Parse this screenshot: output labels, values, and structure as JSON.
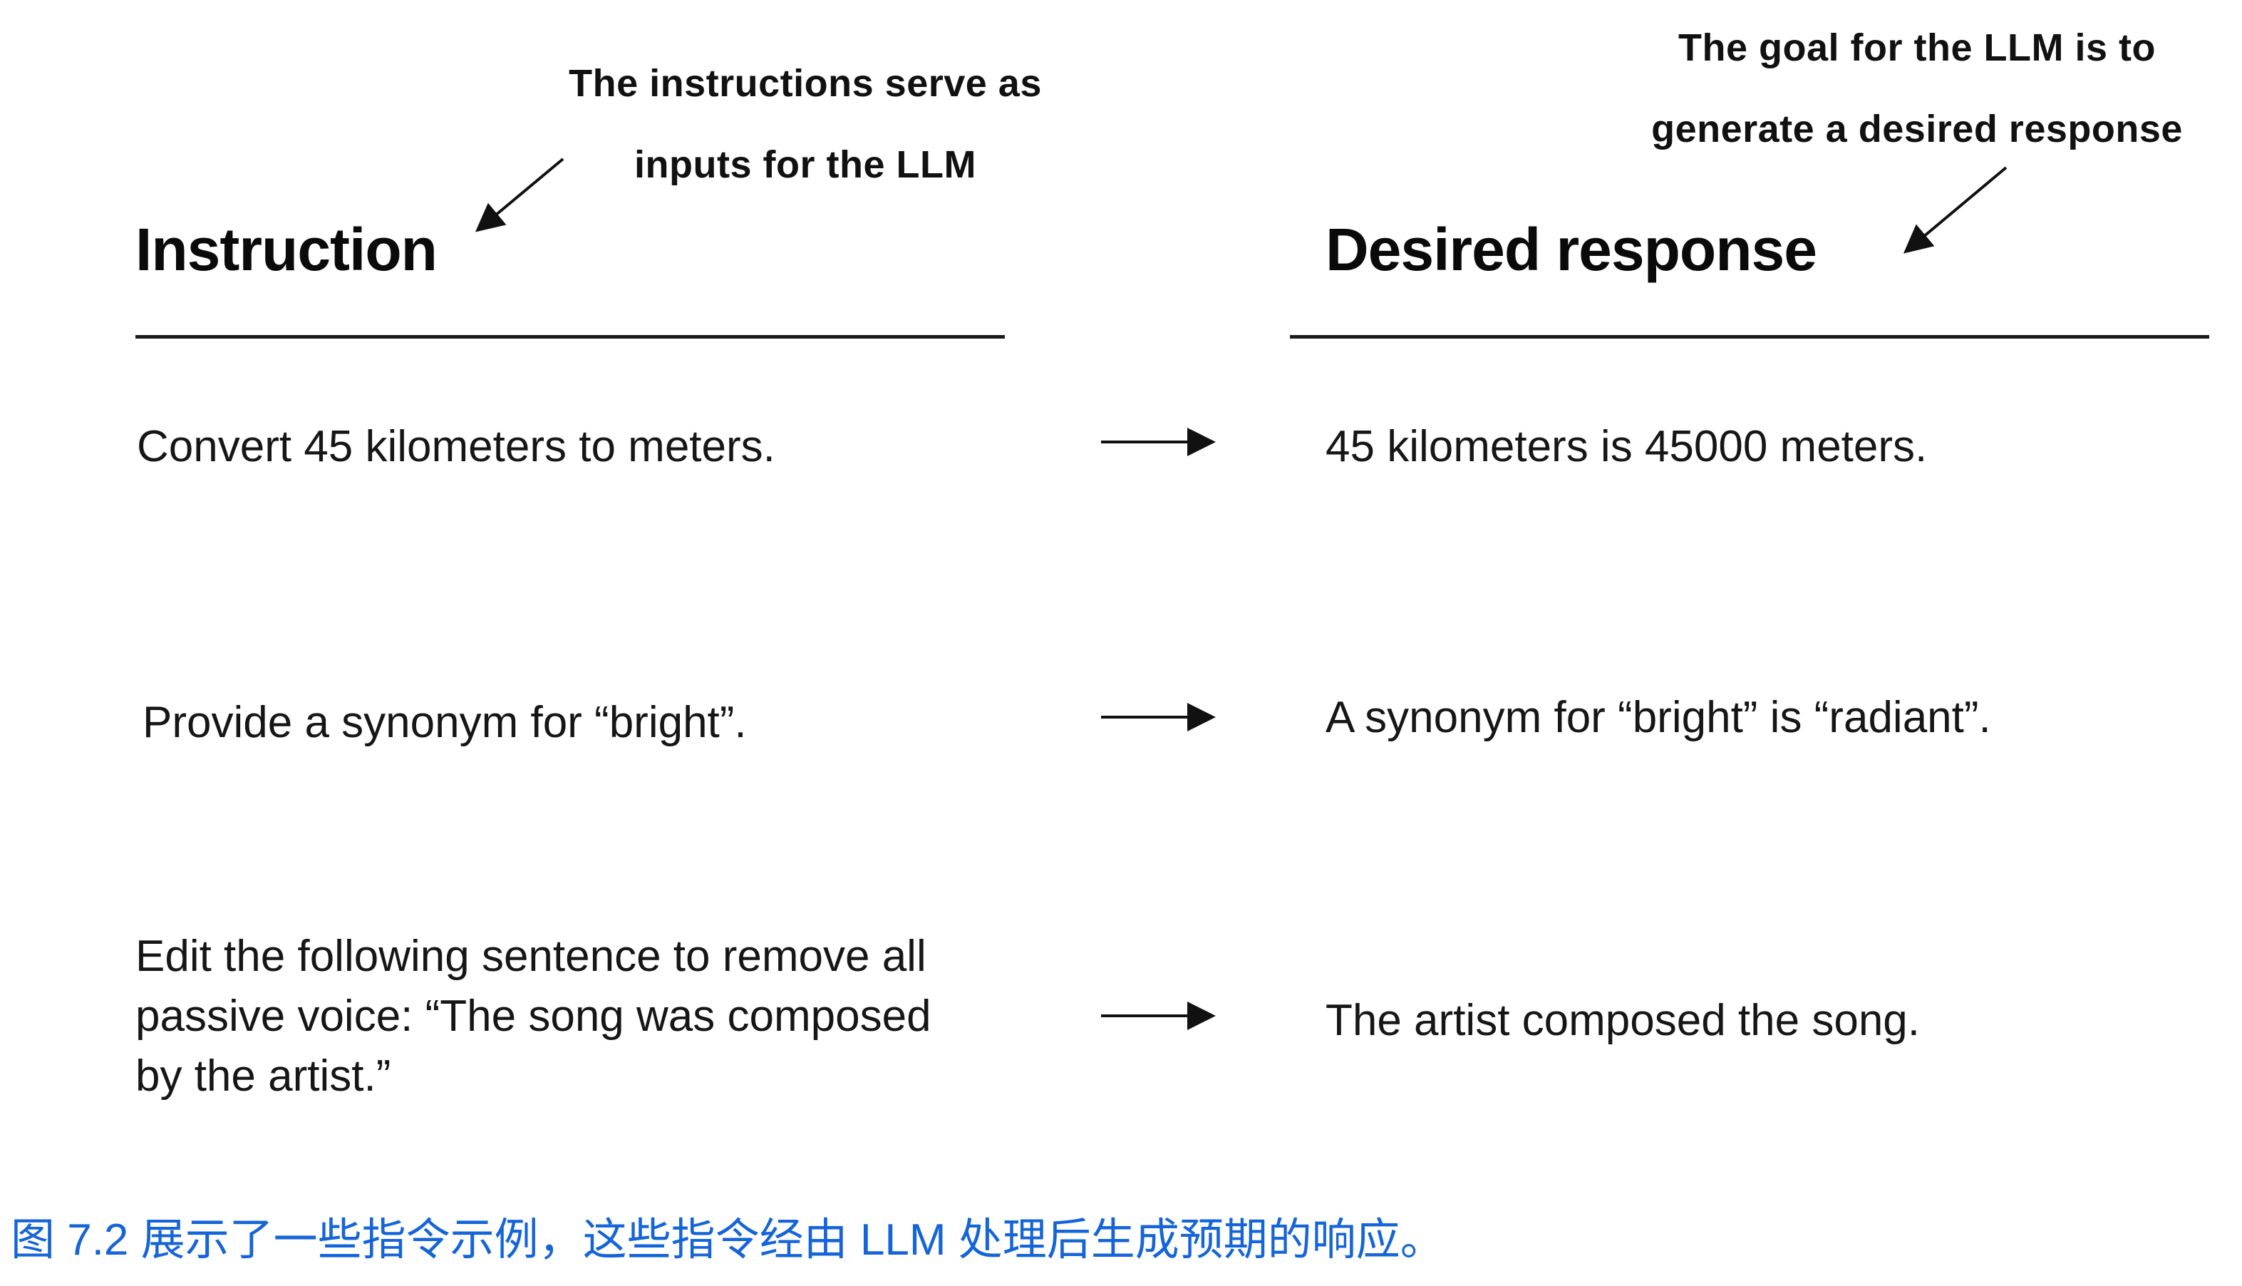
{
  "colors": {
    "text": "#111111",
    "caption": "#1565d8"
  },
  "annotations": {
    "left": {
      "line1": "The instructions serve as",
      "line2": "inputs for the LLM"
    },
    "right": {
      "line1": "The goal for the LLM is to",
      "line2": "generate a desired response"
    }
  },
  "headers": {
    "instruction": "Instruction",
    "response": "Desired response"
  },
  "rows": [
    {
      "instruction": "Convert 45 kilometers to meters.",
      "response": "45 kilometers is 45000 meters."
    },
    {
      "instruction": "Provide a synonym for “bright”.",
      "response": "A synonym for “bright” is “radiant”."
    },
    {
      "instruction": "Edit the following sentence to remove all passive voice: “The song was composed by the artist.”",
      "response": "The artist composed the song."
    }
  ],
  "caption": {
    "text": "图 7.2 展示了一些指令示例，这些指令经由 LLM 处理后生成预期的响应。"
  }
}
